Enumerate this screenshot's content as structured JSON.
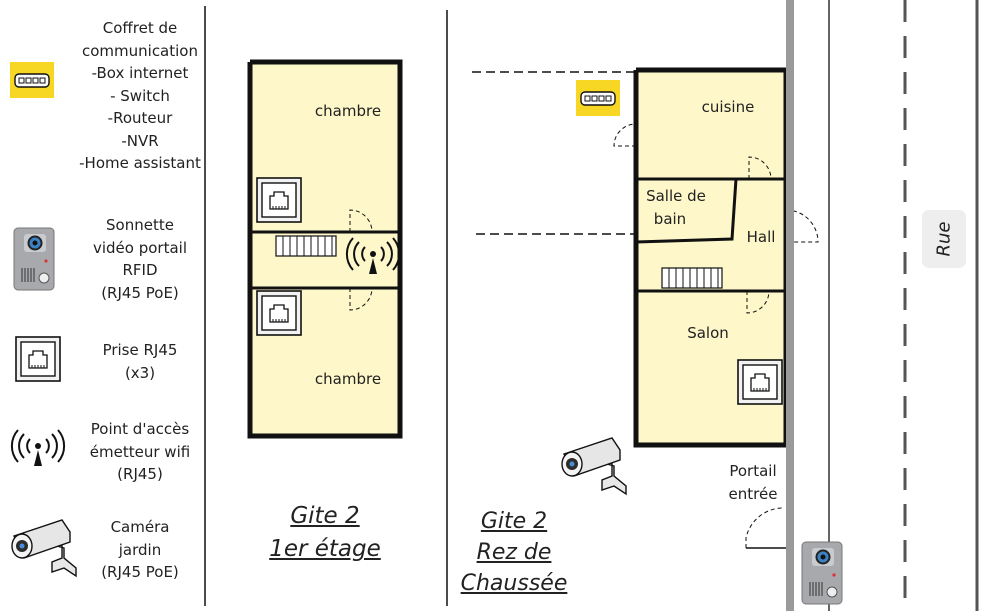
{
  "legend": {
    "comms_box": "Coffret de\ncommunication\n-Box internet\n- Switch\n-Routeur\n-NVR\n-Home assistant",
    "doorbell": "Sonnette\nvidéo portail\nRFID\n(RJ45 PoE)",
    "rj45": "Prise RJ45\n(x3)",
    "wifi": "Point d'accès\németteur wifi\n(RJ45)",
    "camera": "Caméra\njardin\n(RJ45 PoE)"
  },
  "floor1": {
    "title_line1": "Gite 2",
    "title_line2": "1er étage",
    "room_top": "chambre",
    "room_bottom": "chambre"
  },
  "ground": {
    "title_line1": "Gite 2 ",
    "title_line2": "Rez de",
    "title_line3": "Chaussée",
    "kitchen": "cuisine",
    "bath_line1": "Salle de",
    "bath_line2": "bain",
    "hall": "Hall",
    "living": "Salon",
    "gate_line1": "Portail",
    "gate_line2": "entrée"
  },
  "street": "Rue",
  "colors": {
    "floor": "#fdf7c9",
    "box_yellow": "#f7d624",
    "walls": "#111111",
    "street_line": "#888888"
  }
}
